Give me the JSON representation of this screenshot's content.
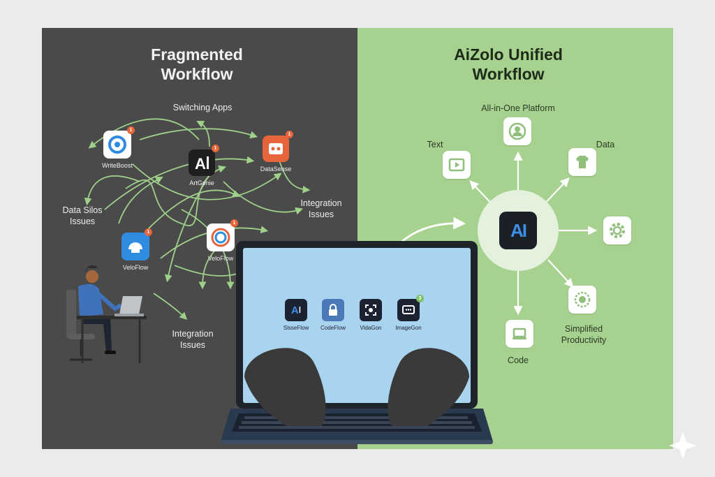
{
  "left": {
    "title_line1": "Fragmented",
    "title_line2": "Workflow",
    "switching": "Switching Apps",
    "silos_l1": "Data Silos",
    "silos_l2": "Issues",
    "integ_right_l1": "Integration",
    "integ_right_l2": "Issues",
    "integ_bottom_l1": "Integration",
    "integ_bottom_l2": "Issues",
    "apps": [
      {
        "name": "WriteBoost",
        "badge": "1",
        "color": "#ffffff"
      },
      {
        "name": "ArtGenie",
        "badge": "1",
        "color": "#1e1e1e"
      },
      {
        "name": "DataSense",
        "badge": "1",
        "color": "#e8643a"
      },
      {
        "name": "VeloFlow",
        "badge": "1",
        "color": "#2f8ce0"
      },
      {
        "name": "VeloFlow",
        "badge": "1",
        "color": "#ffffff"
      }
    ]
  },
  "right": {
    "title_line1": "AiZolo Unified",
    "title_line2": "Workflow",
    "platform": "All-in-One Platform",
    "text": "Text",
    "data": "Data",
    "code": "Code",
    "prod_l1": "Simplified",
    "prod_l2": "Productivity",
    "hub_logo": "AI"
  },
  "laptop": {
    "apps": [
      {
        "name": "SlsseFlow",
        "color": "#1c2230"
      },
      {
        "name": "CodeFlow",
        "color": "#4a78b8"
      },
      {
        "name": "VidaGon",
        "color": "#1c2230"
      },
      {
        "name": "ImageGon",
        "color": "#1c2230",
        "badge": "3"
      }
    ]
  },
  "colors": {
    "left_bg": "#4a4a4a",
    "right_bg": "#a6d18e",
    "arrow_green": "#9fd18a",
    "screen": "#a9d4ef"
  }
}
